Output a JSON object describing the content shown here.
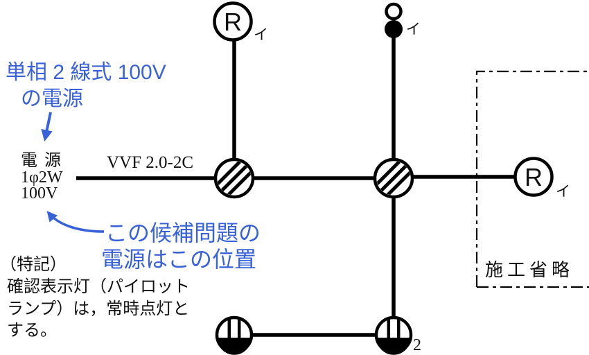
{
  "colors": {
    "line": "#000000",
    "annotation_blue": "#3A62D8",
    "background": "#FFFFFF"
  },
  "annotations": {
    "source_line1": "単相 2 線式 100V",
    "source_line2": "の電源",
    "position_line1": "この候補問題の",
    "position_line2": "電源はこの位置"
  },
  "power": {
    "line1": "電 源",
    "line2": "1φ2W",
    "line3": "100V"
  },
  "cable_label": "VVF 2.0-2C",
  "construction_omitted": "施工省略",
  "special_note": {
    "line1": "（特記）",
    "line2": "確認表示灯（パイロット",
    "line3": "ランプ）は，常時点灯と",
    "line4": "する。"
  },
  "devices": {
    "receptacle_letter": "R",
    "receptacle_top_tag": "イ",
    "ceiling_tag": "イ",
    "receptacle_right_tag": "イ",
    "outlet_right_tag": "2"
  }
}
